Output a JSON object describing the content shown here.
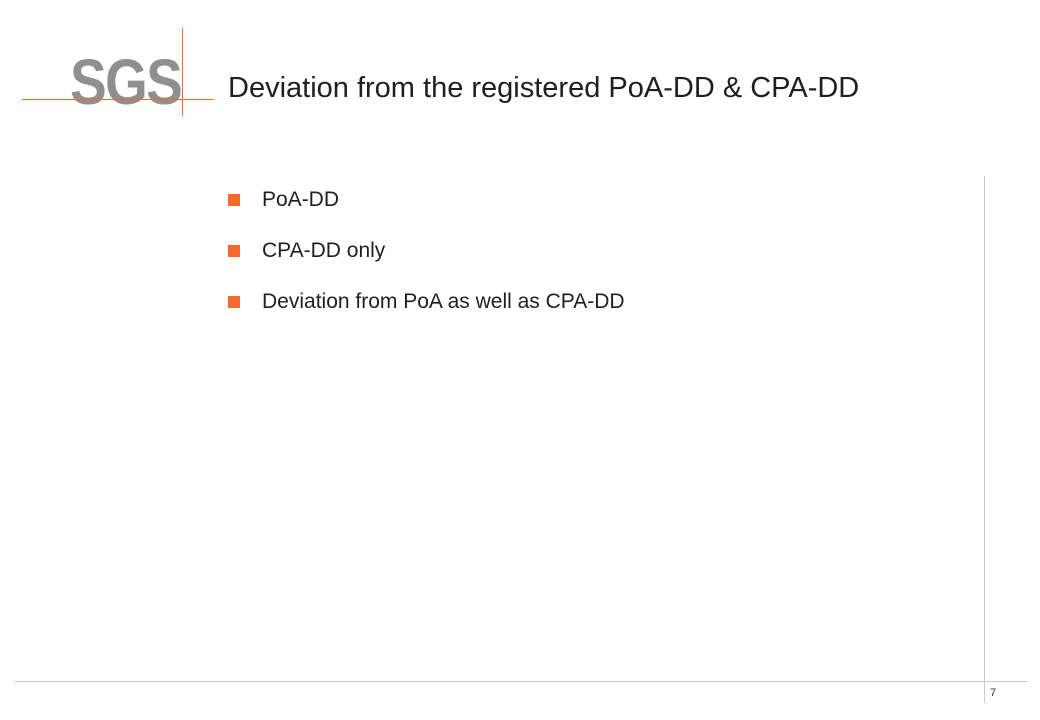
{
  "logo": {
    "text": "SGS",
    "text_color": "#8f8f8f",
    "accent_color": "#f26a2c"
  },
  "title": "Deviation from the registered PoA-DD & CPA-DD",
  "bullets": [
    {
      "text": "PoA-DD"
    },
    {
      "text": "CPA-DD only"
    },
    {
      "text": "Deviation from PoA as well as CPA-DD"
    }
  ],
  "bullet_color": "#f26a2c",
  "page_number": "7"
}
